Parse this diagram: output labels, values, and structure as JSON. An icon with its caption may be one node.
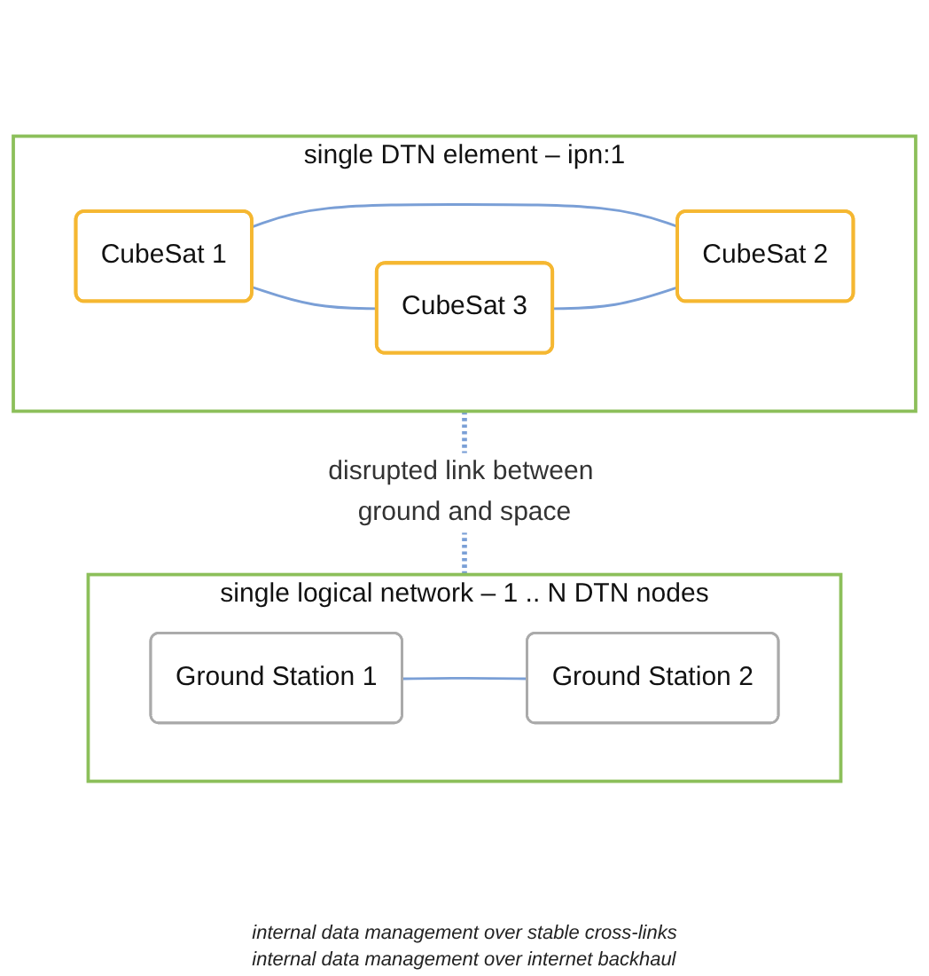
{
  "diagram": {
    "nodes": [
      {
        "text": [
          "single DTN element – ipn:1"
        ]
      },
      {
        "text": [
          "CubeSat 1"
        ],
        "in": 0
      },
      {
        "text": [
          "CubeSat 3"
        ],
        "in": 0
      },
      {
        "text": [
          "CubeSat 2"
        ],
        "in": 0
      },
      {
        "text": [
          "single logical network – 1 .. N DTN nodes"
        ]
      },
      {
        "text": [
          "Ground Station 1"
        ],
        "in": 4
      },
      {
        "text": [
          "Ground Station 2"
        ],
        "in": 4
      }
    ],
    "edges": [
      {
        "from": 1,
        "to": 2,
        "arrow": "none"
      },
      {
        "from": 1,
        "to": 3,
        "arrow": "none"
      },
      {
        "from": 2,
        "to": 3,
        "arrow": "none"
      },
      {
        "from": 0,
        "to": 4,
        "arrow": "none",
        "style": "dashed",
        "label": "disrupted link between ground and space"
      },
      {
        "from": 5,
        "to": 6,
        "arrow": "none"
      }
    ],
    "labels": [
      "internal data management over stable cross-links",
      "internal data management over internet backhaul"
    ]
  }
}
